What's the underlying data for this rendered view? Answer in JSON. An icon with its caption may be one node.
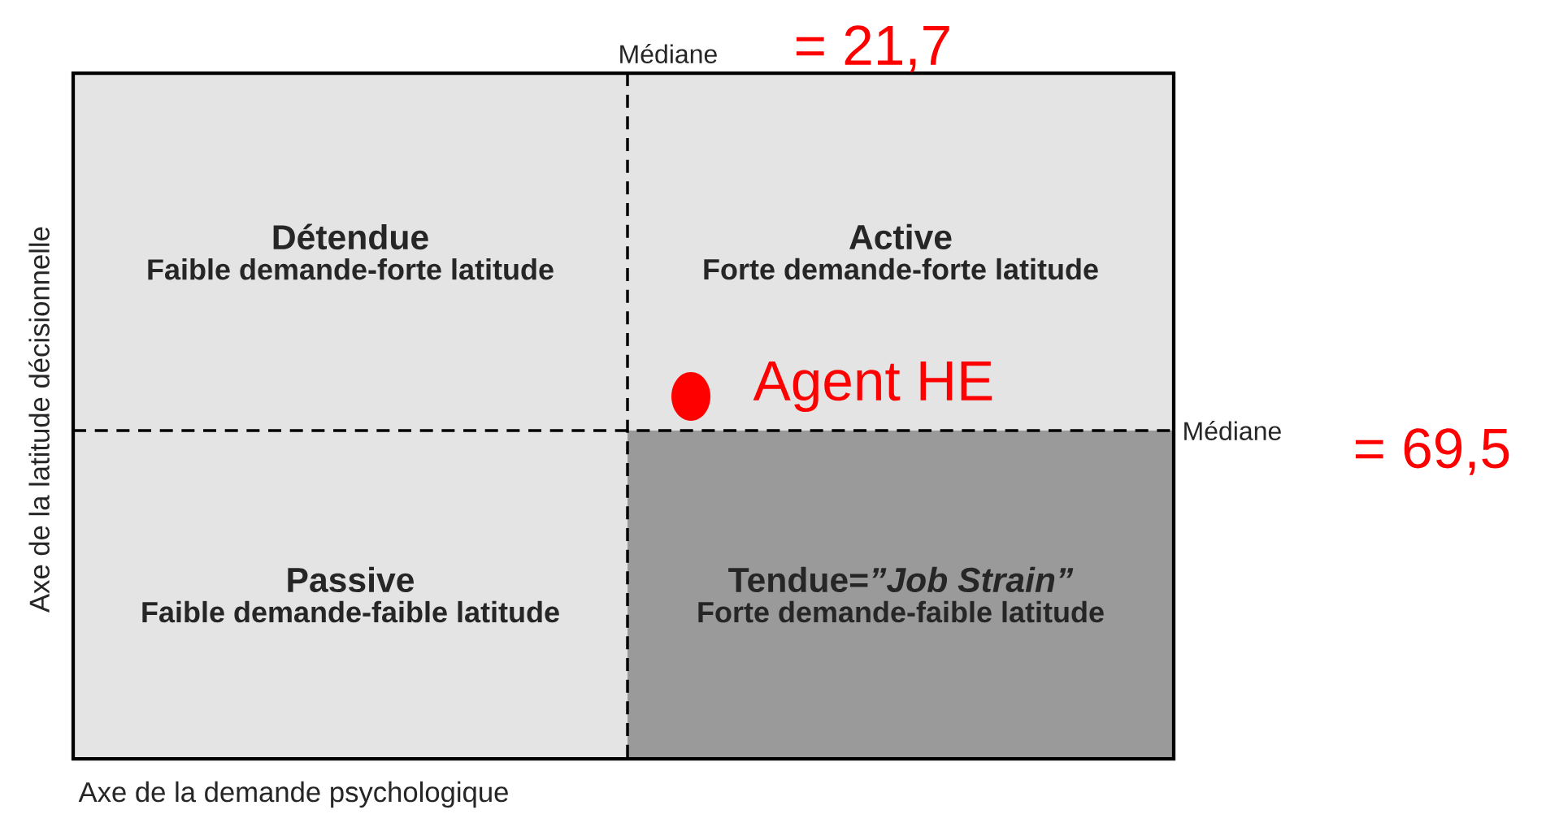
{
  "diagram": {
    "nodes": [
      {
        "text": [
          "Détendue",
          "Faible demande-forte latitude"
        ]
      },
      {
        "text": [
          "Active",
          "Forte demande-forte latitude"
        ]
      },
      {
        "text": [
          "Passive",
          "Faible demande-faible latitude"
        ]
      },
      {
        "text": [
          "Tendue=*”Job Strain”*",
          "Forte demande-faible latitude"
        ]
      }
    ],
    "edges": [],
    "labels": [
      "Médiane",
      "= 21,7",
      "Agent HE",
      "Médiane",
      "= 69,5",
      "Axe de la latitude décisionnelle",
      "Axe de la demande psychologique"
    ]
  }
}
